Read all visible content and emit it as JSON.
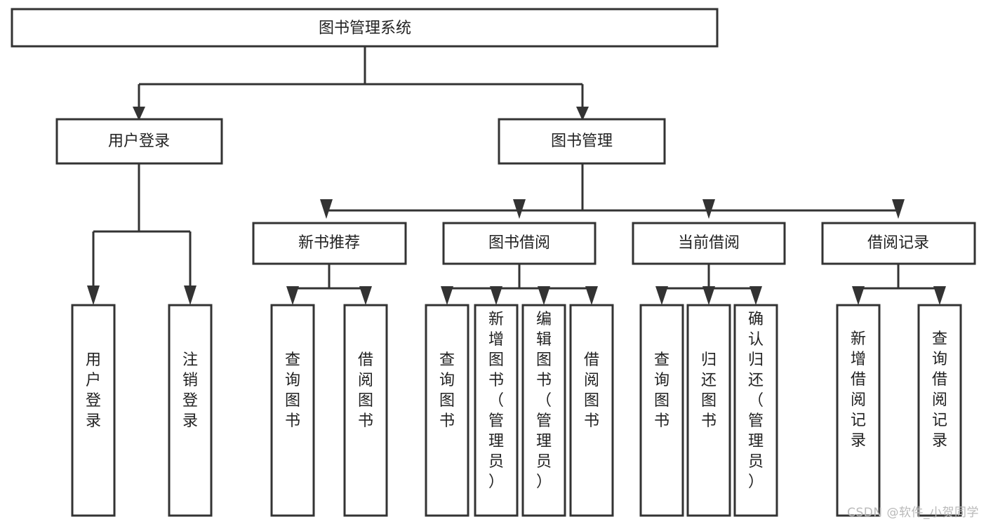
{
  "diagram": {
    "type": "tree",
    "title": "图书管理系统",
    "watermark": "CSDN @软件_小贺同学",
    "colors": {
      "stroke": "#333333",
      "fill": "#ffffff",
      "text": "#222222",
      "watermark": "#b9b9b9"
    },
    "levels": {
      "root": {
        "label": "图书管理系统"
      },
      "level2": [
        {
          "id": "user-login",
          "label": "用户登录"
        },
        {
          "id": "book-manage",
          "label": "图书管理"
        }
      ],
      "level3": [
        {
          "id": "new-book-recommend",
          "label": "新书推荐"
        },
        {
          "id": "book-borrow",
          "label": "图书借阅"
        },
        {
          "id": "current-borrow",
          "label": "当前借阅"
        },
        {
          "id": "borrow-record",
          "label": "借阅记录"
        }
      ],
      "leaves": {
        "user-login": [
          {
            "id": "leaf-user-login",
            "label": "用户登录"
          },
          {
            "id": "leaf-logout-login",
            "label": "注销登录"
          }
        ],
        "new-book-recommend": [
          {
            "id": "leaf-query-book-1",
            "label": "查询图书"
          },
          {
            "id": "leaf-borrow-book-1",
            "label": "借阅图书"
          }
        ],
        "book-borrow": [
          {
            "id": "leaf-query-book-2",
            "label": "查询图书"
          },
          {
            "id": "leaf-add-book",
            "label": "新增图书（管理员）"
          },
          {
            "id": "leaf-edit-book",
            "label": "编辑图书（管理员）"
          },
          {
            "id": "leaf-borrow-book-2",
            "label": "借阅图书"
          }
        ],
        "current-borrow": [
          {
            "id": "leaf-query-book-3",
            "label": "查询图书"
          },
          {
            "id": "leaf-return-book",
            "label": "归还图书"
          },
          {
            "id": "leaf-confirm-return",
            "label": "确认归还（管理员）"
          }
        ],
        "borrow-record": [
          {
            "id": "leaf-add-record",
            "label": "新增借阅记录"
          },
          {
            "id": "leaf-query-record",
            "label": "查询借阅记录"
          }
        ]
      }
    }
  }
}
